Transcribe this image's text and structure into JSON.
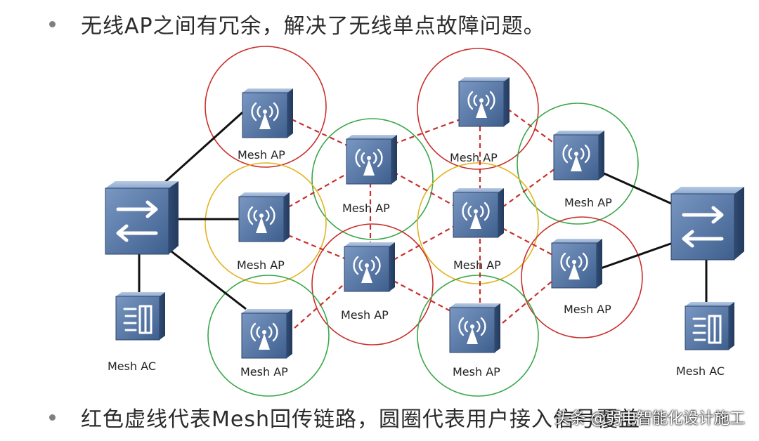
{
  "bullets": {
    "top": "无线AP之间有冗余，解决了无线单点故障问题。",
    "bottom": "红色虚线代表Mesh回传链路，圆圈代表用户接入信号覆盖"
  },
  "watermark": "头条 @弱电智能化设计施工",
  "labels": {
    "mesh_ap": "Mesh AP",
    "mesh_ac": "Mesh AC"
  },
  "colors": {
    "red_circle": "#c9302c",
    "green_circle": "#3aa84a",
    "yellow_circle": "#e2b321",
    "mesh_link": "#c9302c",
    "wired_link": "#111111",
    "device_blue": "#4e6f9c"
  }
}
